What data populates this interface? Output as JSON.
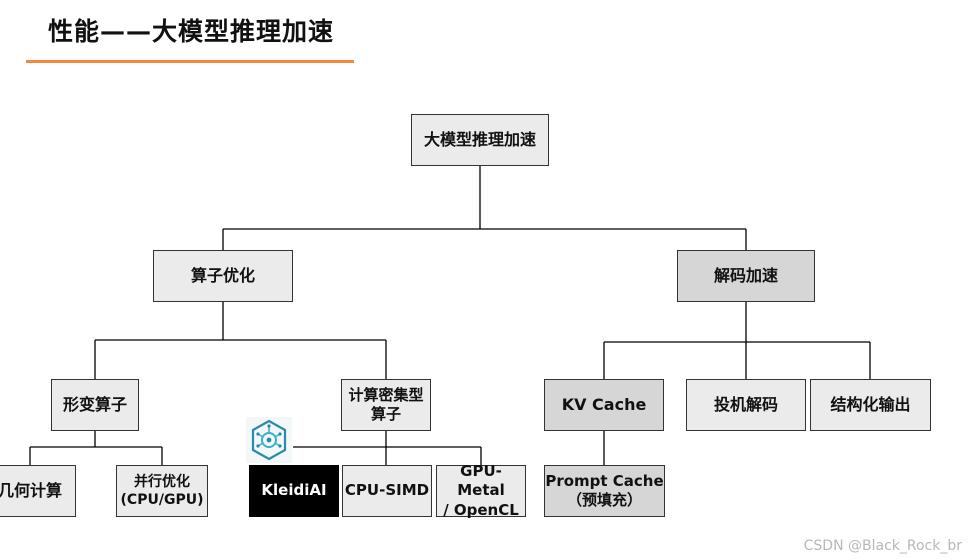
{
  "slide": {
    "title": "性能——大模型推理加速"
  },
  "diagram": {
    "root": "大模型推理加速",
    "branches": {
      "operator_opt": "算子优化",
      "decode_accel": "解码加速"
    },
    "operator_children": {
      "deform": "形变算子",
      "dense": "计算密集型\n算子"
    },
    "deform_children": {
      "geometry": "几何计算",
      "parallel": "并行优化\n(CPU/GPU)"
    },
    "dense_children": {
      "kleidiai": "KleidiAI",
      "cpu_simd": "CPU-SIMD",
      "gpu": "GPU-Metal\n/ OpenCL"
    },
    "decode_children": {
      "kv_cache": "KV Cache",
      "spec": "投机解码",
      "struct": "结构化输出"
    },
    "kv_children": {
      "prompt_cache": "Prompt Cache\n（预填充）"
    }
  },
  "icons": {
    "kleidi_logo": "kleidi-logo-icon"
  },
  "colors": {
    "accent_underline": "#f08a3c",
    "node_light": "#ebebeb",
    "node_dark": "#d6d6d6",
    "node_black": "#000000"
  },
  "watermark": "CSDN @Black_Rock_br"
}
